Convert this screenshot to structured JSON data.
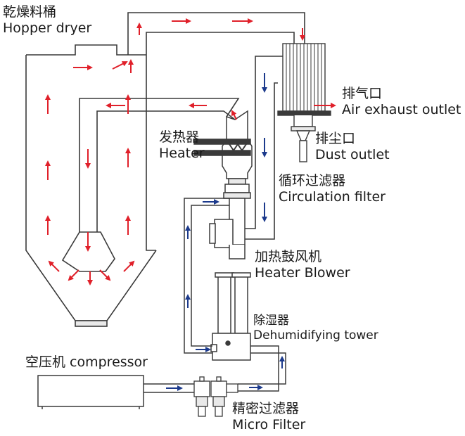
{
  "colors": {
    "line": "#3a3a3a",
    "flow_hot": "#e0202a",
    "flow_cold": "#1c3a8c",
    "fill": "#e9e9e9"
  },
  "labels": {
    "hopper": {
      "cn": "乾燥料桶",
      "en": "Hopper dryer"
    },
    "exhaust": {
      "cn": "排气口",
      "en": "Air exhaust outlet"
    },
    "heater": {
      "cn": "发热器",
      "en": "Heater"
    },
    "dust": {
      "cn": "排尘口",
      "en": "Dust outlet"
    },
    "filter": {
      "cn": "循环过滤器",
      "en": "Circulation filter"
    },
    "blower": {
      "cn": "加热鼓风机",
      "en": "Heater Blower"
    },
    "tower": {
      "cn": "除湿器",
      "en": "Dehumidifying tower"
    },
    "compressor": {
      "text": "空压机 compressor"
    },
    "micro": {
      "cn": "精密过滤器",
      "en": "Micro Filter"
    }
  }
}
